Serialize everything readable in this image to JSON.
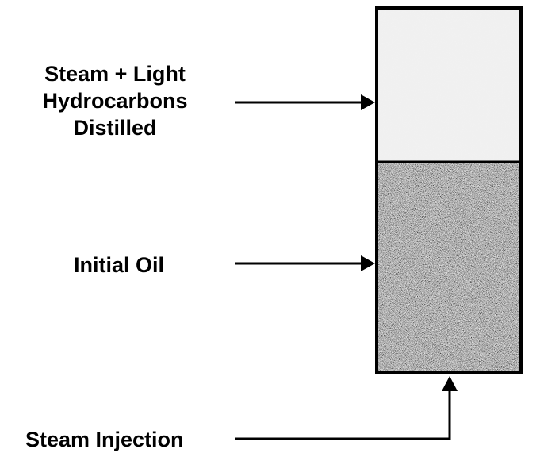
{
  "labels": {
    "steam_light_hydrocarbons": [
      "Steam + Light",
      "Hydrocarbons",
      "Distilled"
    ],
    "initial_oil": "Initial Oil",
    "steam_injection": "Steam Injection"
  },
  "zones": {
    "upper_fill": "#eeeeee",
    "lower_fill": "#8a8a8a",
    "border": "#000000"
  }
}
